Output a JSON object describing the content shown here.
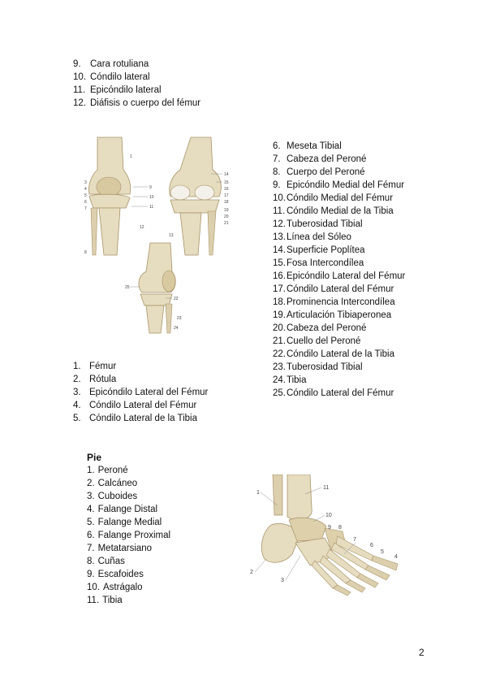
{
  "top_list": [
    {
      "num": "9.",
      "text": "Cara rotuliana"
    },
    {
      "num": "10.",
      "text": "Cóndilo lateral"
    },
    {
      "num": "11.",
      "text": "Epicóndilo lateral"
    },
    {
      "num": "12.",
      "text": "Diáfisis o cuerpo del fémur"
    }
  ],
  "knee_list_left": [
    {
      "num": "1.",
      "text": "Fémur"
    },
    {
      "num": "2.",
      "text": "Rótula"
    },
    {
      "num": "3.",
      "text": "Epicóndilo Lateral del Fémur"
    },
    {
      "num": "4.",
      "text": "Cóndilo Lateral del Fémur"
    },
    {
      "num": "5.",
      "text": "Cóndilo Lateral de la Tibia"
    }
  ],
  "knee_list_right": [
    {
      "num": "6.",
      "text": "Meseta Tibial"
    },
    {
      "num": "7.",
      "text": "Cabeza del Peroné"
    },
    {
      "num": "8.",
      "text": "Cuerpo del Peroné"
    },
    {
      "num": "9.",
      "text": "Epicóndilo Medial del Fémur"
    },
    {
      "num": "10.",
      "text": "Cóndilo Medial del Fémur"
    },
    {
      "num": "11.",
      "text": "Cóndilo Medial de la Tibia"
    },
    {
      "num": "12.",
      "text": "Tuberosidad Tibial"
    },
    {
      "num": "13.",
      "text": "Línea del Sóleo"
    },
    {
      "num": "14.",
      "text": "Superficie Poplítea"
    },
    {
      "num": "15.",
      "text": "Fosa Intercondílea"
    },
    {
      "num": "16.",
      "text": "Epicóndilo Lateral del Fémur"
    },
    {
      "num": "17.",
      "text": "Cóndilo Lateral del Fémur"
    },
    {
      "num": "18.",
      "text": "Prominencia Intercondílea"
    },
    {
      "num": "19.",
      "text": "Articulación Tibiaperonea"
    },
    {
      "num": "20.",
      "text": "Cabeza del Peroné"
    },
    {
      "num": "21.",
      "text": "Cuello del Peroné"
    },
    {
      "num": "22.",
      "text": "Cóndilo Lateral de la Tibia"
    },
    {
      "num": "23.",
      "text": "Tuberosidad Tibial"
    },
    {
      "num": "24.",
      "text": "Tibia"
    },
    {
      "num": "25.",
      "text": "Cóndilo Lateral del Fémur"
    }
  ],
  "pie": {
    "title": "Pie",
    "items": [
      {
        "num": "1.",
        "text": "Peroné"
      },
      {
        "num": "2.",
        "text": "Calcáneo"
      },
      {
        "num": "3.",
        "text": "Cuboides"
      },
      {
        "num": "4.",
        "text": "Falange Distal"
      },
      {
        "num": "5.",
        "text": "Falange Medial"
      },
      {
        "num": "6.",
        "text": "Falange Proximal"
      },
      {
        "num": "7.",
        "text": "Metatarsiano"
      },
      {
        "num": "8.",
        "text": "Cuñas"
      },
      {
        "num": "9.",
        "text": "Escafoides"
      },
      {
        "num": "10.",
        "text": "Astrágalo"
      },
      {
        "num": "11.",
        "text": "Tibia"
      }
    ]
  },
  "knee_figure_labels": {
    "front": [
      "1",
      "3",
      "4",
      "5",
      "6",
      "7",
      "8",
      "9",
      "10",
      "11",
      "12"
    ],
    "back": [
      "14",
      "15",
      "16",
      "17",
      "18",
      "19",
      "20",
      "21",
      "13"
    ],
    "side": [
      "25",
      "22",
      "23",
      "24"
    ]
  },
  "foot_figure_labels": [
    "1",
    "11",
    "10",
    "9",
    "8",
    "7",
    "6",
    "5",
    "4",
    "2",
    "3"
  ],
  "page_number": "2",
  "colors": {
    "bone_fill": "#e6dcc0",
    "bone_shade": "#c9b88e",
    "bone_dark": "#a89468",
    "cartilage": "#f4f1ea"
  }
}
